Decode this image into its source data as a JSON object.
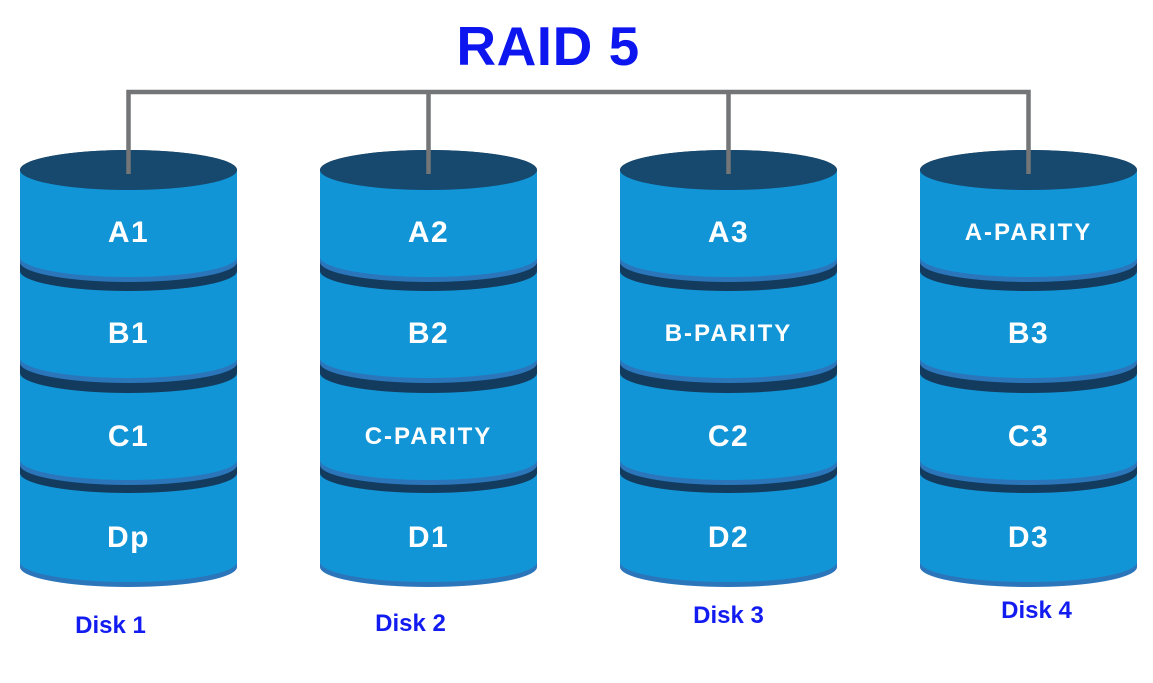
{
  "title": "RAID 5",
  "disks": [
    {
      "name": "Disk 1",
      "segments": [
        "A1",
        "B1",
        "C1",
        "Dp"
      ]
    },
    {
      "name": "Disk 2",
      "segments": [
        "A2",
        "B2",
        "C-PARITY",
        "D1"
      ]
    },
    {
      "name": "Disk 3",
      "segments": [
        "A3",
        "B-PARITY",
        "C2",
        "D2"
      ]
    },
    {
      "name": "Disk 4",
      "segments": [
        "A-PARITY",
        "B3",
        "C3",
        "D3"
      ]
    }
  ],
  "colors": {
    "title_blue": "#0d16ee",
    "disk_label_blue": "#131cf0",
    "cylinder_body_blue": "#1295d6",
    "cylinder_top_navy": "#17486e",
    "cylinder_groove_navy": "#123b5d",
    "cylinder_rim_blue": "#2b76bb",
    "segment_text": "#ffffff",
    "connector_gray": "#737577"
  }
}
